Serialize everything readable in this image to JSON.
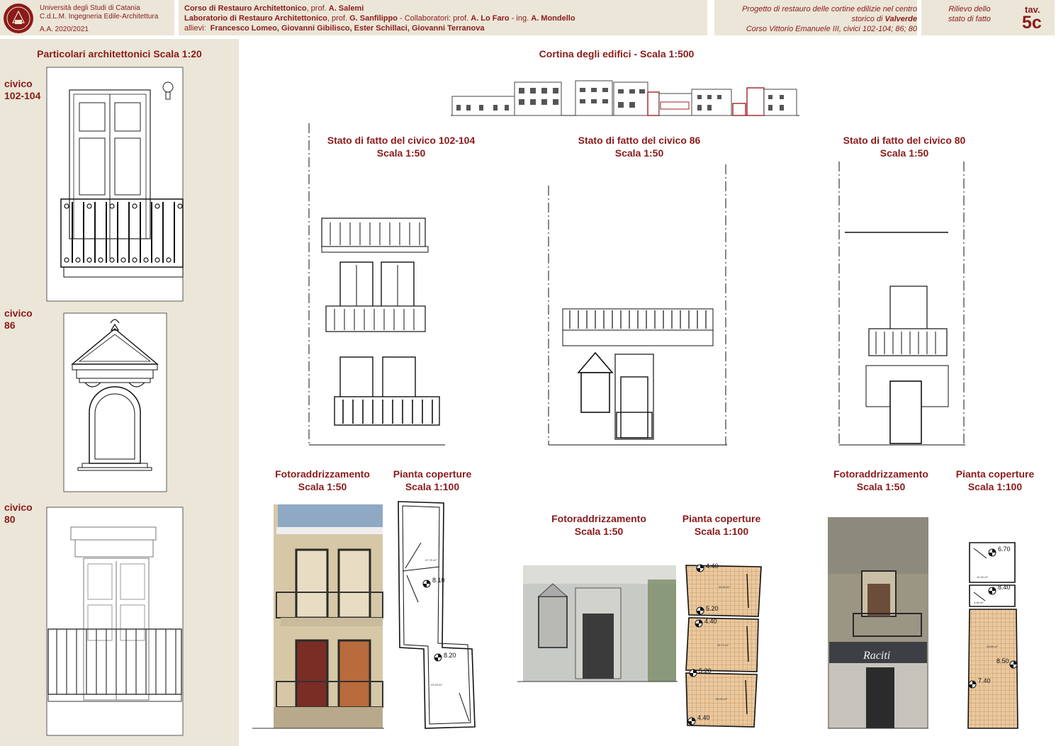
{
  "header": {
    "university": "Università degli Studi di Catania",
    "degree": "C.d.L.M. Ingegneria Edile-Architettura",
    "year": "A.A. 2020/2021",
    "course_line1_prefix": "Corso di Restauro Architettonico",
    "course_line1_prof": ", prof. ",
    "course_line1_name": "A. Salemi",
    "course_line2_prefix": "Laboratorio di Restauro Architettonico",
    "course_line2_prof": ", prof. ",
    "course_line2_name": "G. Sanfilippo",
    "course_line2_collab": " - Collaboratori: prof. ",
    "course_line2_collab1": "A. Lo Faro",
    "course_line2_ing": " - ing. ",
    "course_line2_collab2": "A. Mondello",
    "students_label": "allievi:",
    "students": "Francesco Lomeo, Giovanni Gibilisco, Ester Schillaci, Giovanni Terranova",
    "project_line1": "Progetto di restauro delle cortine edilizie nel centro",
    "project_line2_prefix": "storico di ",
    "project_line2_place": "Valverde",
    "project_line3": "Corso Vittorio Emanuele III, civici 102-104; 86; 80",
    "sheet_title_line1": "Rilievo dello",
    "sheet_title_line2": "stato di fatto",
    "tav_label": "tav.",
    "tav_number": "5c"
  },
  "sidebar": {
    "title": "Particolari architettonici  Scala 1:20",
    "items": [
      {
        "line1": "civico",
        "line2": "102-104"
      },
      {
        "line1": "civico",
        "line2": "86"
      },
      {
        "line1": "civico",
        "line2": "80"
      }
    ]
  },
  "main": {
    "cortina_title": "Cortina degli edifici -  Scala 1:500",
    "elevations": [
      {
        "line1": "Stato di fatto del civico 102-104",
        "line2": "Scala 1:50"
      },
      {
        "line1": "Stato di fatto del civico 86",
        "line2": "Scala 1:50"
      },
      {
        "line1": "Stato di fatto del civico 80",
        "line2": "Scala 1:50"
      }
    ],
    "lower_titles": [
      {
        "line1": "Fotoraddrizzamento",
        "line2": "Scala 1:50"
      },
      {
        "line1": "Pianta coperture",
        "line2": "Scala 1:100"
      },
      {
        "line1": "Fotoraddrizzamento",
        "line2": "Scala 1:50"
      },
      {
        "line1": "Pianta coperture",
        "line2": "Scala 1:100"
      },
      {
        "line1": "Fotoraddrizzamento",
        "line2": "Scala 1:50"
      },
      {
        "line1": "Pianta coperture",
        "line2": "Scala 1:100"
      }
    ],
    "plan_102": {
      "h1": "8.10",
      "h2": "8.20",
      "a1": "47.70 m²",
      "a2": "23.20 m²"
    },
    "plan_86": {
      "h1": "4.40",
      "h2": "5.20",
      "h3": "4.40",
      "h4": "5.20",
      "h5": "4.40",
      "a1": "34.50 m²",
      "a2": "35.70 m²",
      "a3": "33.00 m²"
    },
    "plan_80": {
      "h1": "6.70",
      "h2": "8.40",
      "h3": "8.50",
      "h4": "7.40",
      "a1": "10.40 m²",
      "a2": "4.98 m²",
      "a3": "33.80 m²"
    },
    "shop_sign": "Raciti"
  },
  "colors": {
    "accent": "#8b1a1a",
    "panel": "#ebe6d7",
    "roof": "#d9a66c"
  }
}
